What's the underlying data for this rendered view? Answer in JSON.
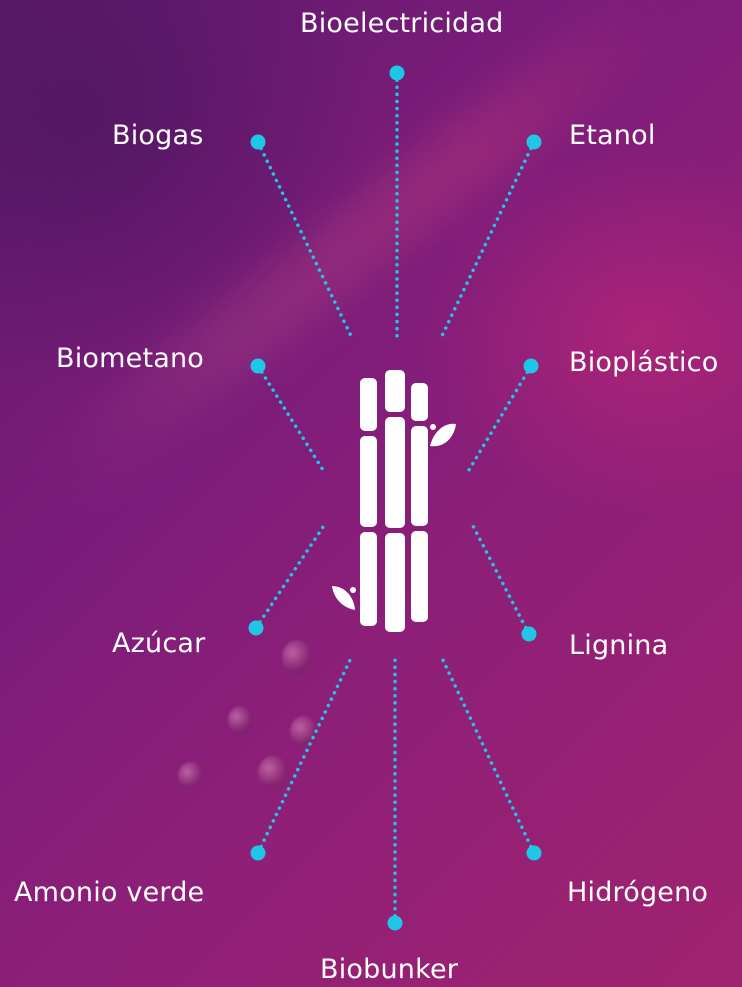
{
  "diagram": {
    "center_icon": "sugarcane-icon",
    "products": [
      {
        "id": "bioelectricidad",
        "label": "Bioelectricidad"
      },
      {
        "id": "biogas",
        "label": "Biogas"
      },
      {
        "id": "etanol",
        "label": "Etanol"
      },
      {
        "id": "biometano",
        "label": "Biometano"
      },
      {
        "id": "bioplastico",
        "label": "Bioplástico"
      },
      {
        "id": "azucar",
        "label": "Azúcar"
      },
      {
        "id": "lignina",
        "label": "Lignina"
      },
      {
        "id": "amonio-verde",
        "label": "Amonio verde"
      },
      {
        "id": "hidrogeno",
        "label": "Hidrógeno"
      },
      {
        "id": "biobunker",
        "label": "Biobunker"
      }
    ],
    "colors": {
      "connector": "#1fc6e6",
      "text": "#ffffff",
      "background_start": "#5e1a6b",
      "background_end": "#a0236f"
    }
  }
}
